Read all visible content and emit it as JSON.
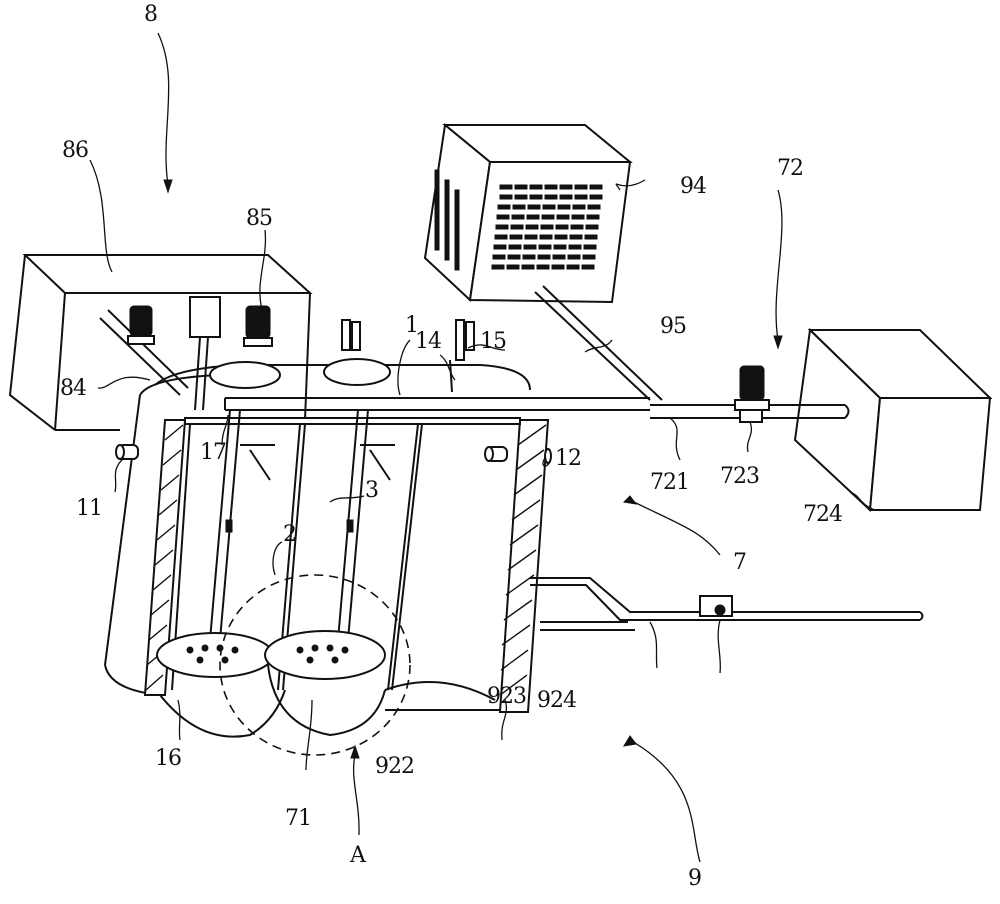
{
  "figure": {
    "type": "patent-drawing",
    "description": "Perspective cut-away drawing of a multi-chamber tank apparatus with reference numerals",
    "line_color": "#111111",
    "background": "#ffffff"
  },
  "labels": {
    "l8": "8",
    "l86": "86",
    "l85": "85",
    "l84": "84",
    "l1": "1",
    "l14": "14",
    "l15": "15",
    "l17": "17",
    "l11": "11",
    "l12": "12",
    "l2": "2",
    "l3": "3",
    "l94": "94",
    "l95": "95",
    "l72": "72",
    "l721": "721",
    "l723": "723",
    "l724": "724",
    "l7": "7",
    "l16": "16",
    "l71": "71",
    "lA": "A",
    "l922": "922",
    "l923": "923",
    "l924": "924",
    "l9": "9"
  }
}
